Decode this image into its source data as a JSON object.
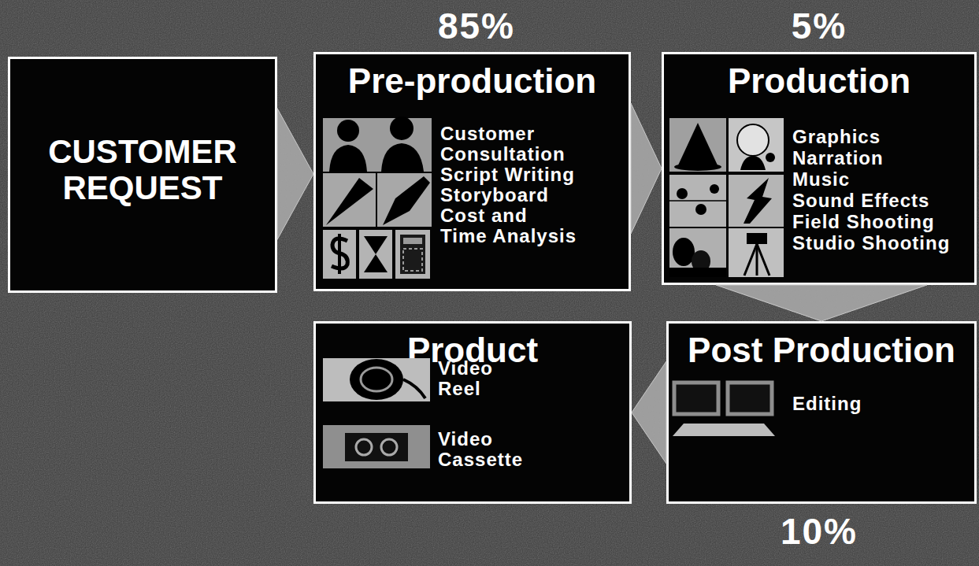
{
  "diagram": {
    "nodes": [
      {
        "text": [
          "CUSTOMER REQUEST"
        ]
      },
      {
        "text": [
          "Pre-production",
          "Customer Consultation",
          "Script Writing",
          "Storyboard",
          "Cost and Time Analysis"
        ]
      },
      {
        "text": [
          "Production",
          "Graphics",
          "Narration",
          "Music",
          "Sound Effects",
          "Field Shooting",
          "Studio Shooting"
        ]
      },
      {
        "text": [
          "Post Production",
          "Editing"
        ]
      },
      {
        "text": [
          "Product",
          "Video Reel",
          "Video Cassette"
        ]
      }
    ],
    "edges": [
      {
        "from": 0,
        "to": 1,
        "arrow": "to"
      },
      {
        "from": 1,
        "to": 2,
        "arrow": "to"
      },
      {
        "from": 2,
        "to": 3,
        "arrow": "to"
      },
      {
        "from": 3,
        "to": 4,
        "arrow": "to"
      }
    ],
    "labels": [
      "85%",
      "5%",
      "10%"
    ]
  }
}
